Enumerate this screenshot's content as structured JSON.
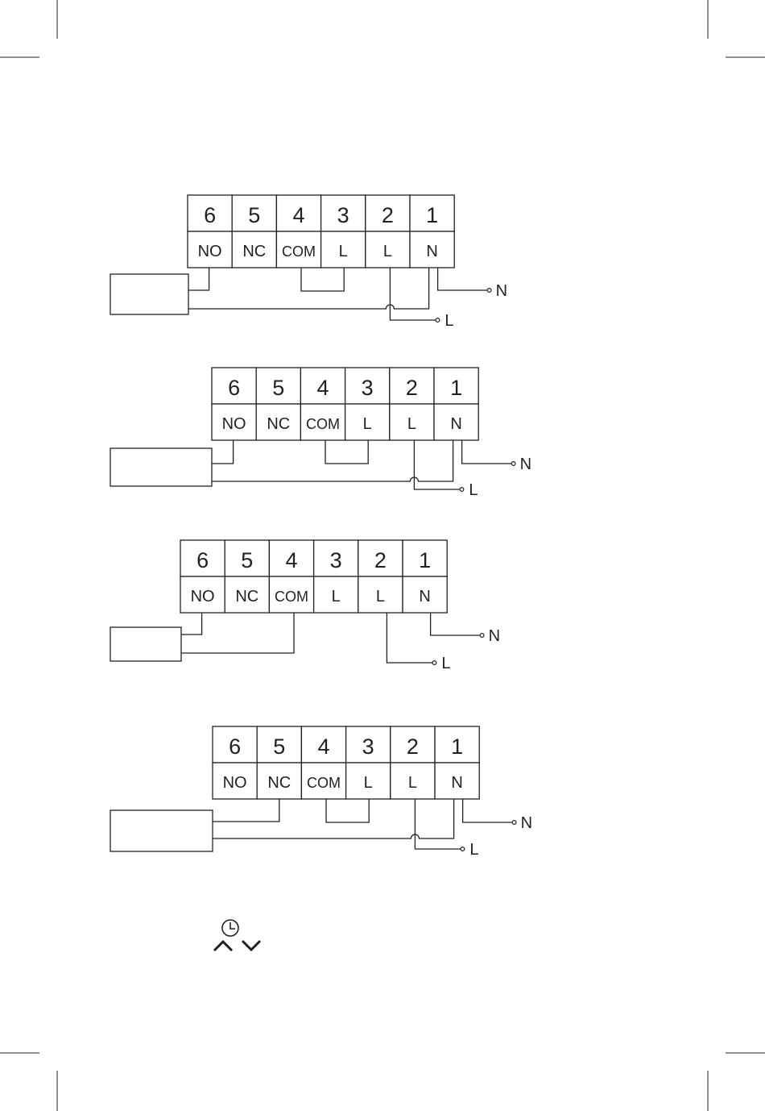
{
  "terminals": [
    {
      "number": "6",
      "label": "NO"
    },
    {
      "number": "5",
      "label": "NC"
    },
    {
      "number": "4",
      "label": "COM"
    },
    {
      "number": "3",
      "label": "L"
    },
    {
      "number": "2",
      "label": "L"
    },
    {
      "number": "1",
      "label": "N"
    }
  ],
  "supply_labels": {
    "neutral": "N",
    "live": "L"
  },
  "diagrams": [
    {
      "id": "wiring-1-no-com-bridged"
    },
    {
      "id": "wiring-2-no-com-bridged"
    },
    {
      "id": "wiring-3-no-com-volt-free"
    },
    {
      "id": "wiring-4-nc-com-bridged"
    }
  ],
  "icons": {
    "clock": "clock-icon",
    "up": "chevron-up-icon",
    "down": "chevron-down-icon"
  },
  "colors": {
    "ink": "#231f20",
    "paper": "#ffffff"
  }
}
